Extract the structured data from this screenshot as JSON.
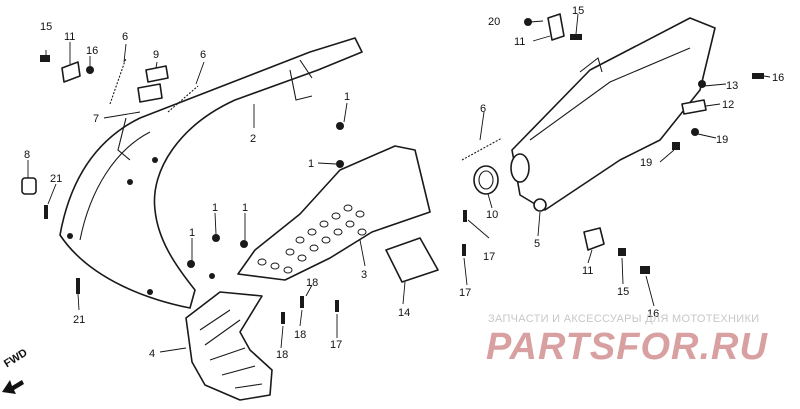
{
  "labels": {
    "l1a": "1",
    "l1b": "1",
    "l1c": "1",
    "l1d": "1",
    "l1e": "1",
    "l2": "2",
    "l3": "3",
    "l4": "4",
    "l5": "5",
    "l6a": "6",
    "l6b": "6",
    "l6c": "6",
    "l7": "7",
    "l8": "8",
    "l9": "9",
    "l10": "10",
    "l11a": "11",
    "l11b": "11",
    "l11c": "11",
    "l12": "12",
    "l13": "13",
    "l14": "14",
    "l15a": "15",
    "l15b": "15",
    "l15c": "15",
    "l16a": "16",
    "l16b": "16",
    "l16c": "16",
    "l17a": "17",
    "l17b": "17",
    "l17c": "17",
    "l18a": "18",
    "l18b": "18",
    "l18c": "18",
    "l19a": "19",
    "l19b": "19",
    "l20": "20",
    "l21a": "21",
    "l21b": "21"
  },
  "watermark": {
    "tagline": "ЗАПЧАСТИ И АКСЕССУАРЫ ДЛЯ МОТОТЕХНИКИ",
    "brand": "PARTSFOR.RU"
  },
  "fwd": "FWD"
}
